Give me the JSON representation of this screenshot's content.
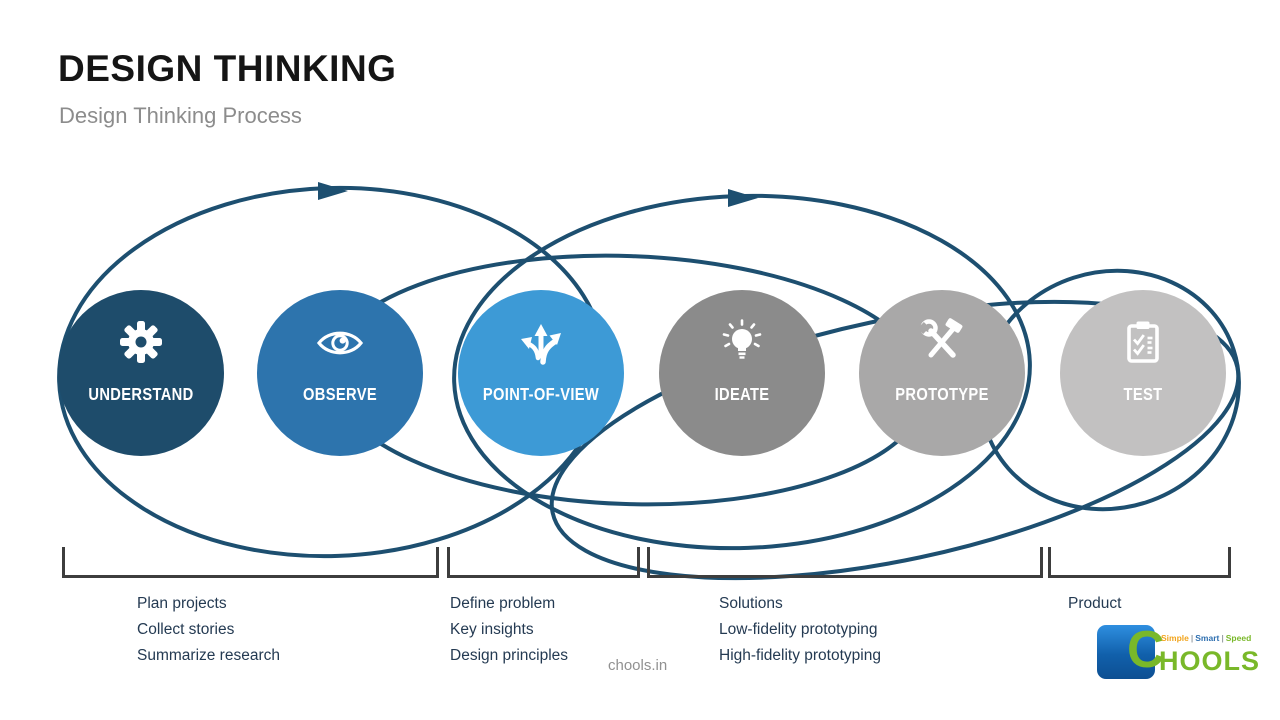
{
  "header": {
    "title": "DESIGN THINKING",
    "subtitle": "Design Thinking Process"
  },
  "stages": [
    {
      "label": "UNDERSTAND",
      "icon": "gear-icon",
      "color": "#1e4c6b"
    },
    {
      "label": "OBSERVE",
      "icon": "eye-icon",
      "color": "#2d74ad"
    },
    {
      "label": "POINT-OF-VIEW",
      "icon": "branching-arrows-icon",
      "color": "#3d9ad6"
    },
    {
      "label": "IDEATE",
      "icon": "lightbulb-icon",
      "color": "#8b8b8b"
    },
    {
      "label": "PROTOTYPE",
      "icon": "tools-icon",
      "color": "#a9a8a8"
    },
    {
      "label": "TEST",
      "icon": "clipboard-checklist-icon",
      "color": "#c2c1c1"
    }
  ],
  "groups": [
    {
      "items": [
        "Plan projects",
        "Collect stories",
        "Summarize research"
      ]
    },
    {
      "items": [
        "Define problem",
        "Key insights",
        "Design principles"
      ]
    },
    {
      "items": [
        "Solutions",
        "Low-fidelity prototyping",
        "High-fidelity prototyping"
      ]
    },
    {
      "items": [
        "Product"
      ]
    }
  ],
  "watermark": "chools.in",
  "logo": {
    "letter": "C",
    "word": "HOOLS",
    "tagline": {
      "w1": "Simple",
      "w2": "Smart",
      "w3": "Speed"
    },
    "tagline_colors": {
      "w1": "#f2a41c",
      "w2": "#2e6fb0",
      "w3": "#79b829"
    }
  },
  "colors": {
    "arc": "#1d4f70",
    "bracket": "#3d3d3d",
    "list_text": "#243a52"
  }
}
